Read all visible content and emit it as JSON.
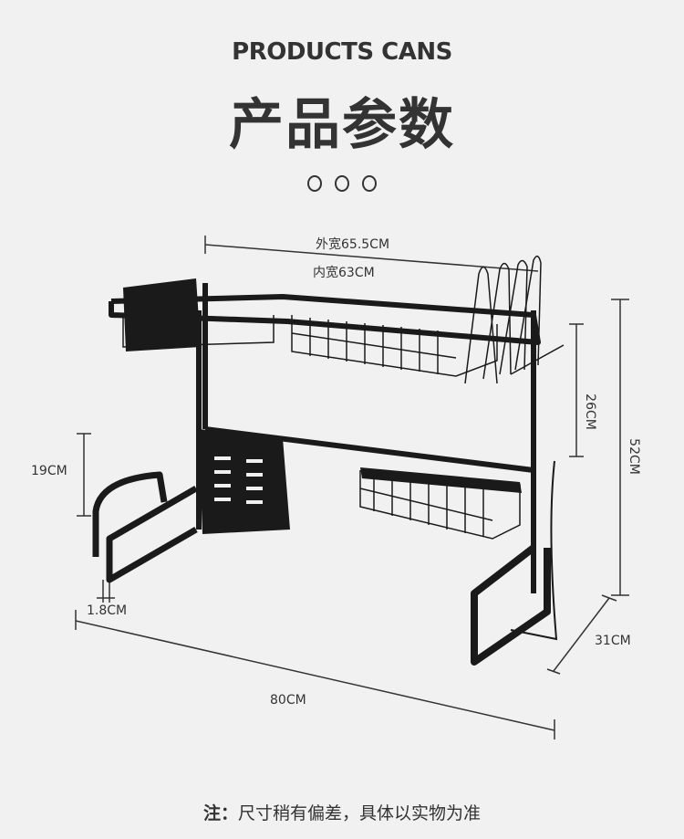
{
  "header": {
    "subtitle_en": "PRODUCTS CANS",
    "title_cn": "产品参数"
  },
  "dimensions": {
    "outer_width": "外宽65.5CM",
    "inner_width": "内宽63CM",
    "upper_height": "26CM",
    "total_height": "52CM",
    "side_rack_height": "19CM",
    "foot_height": "1.8CM",
    "total_length": "80CM",
    "depth": "31CM"
  },
  "note": {
    "label": "注：",
    "text": "尺寸稍有偏差，具体以实物为准"
  },
  "colors": {
    "background": "#f1f1f1",
    "text": "#333333",
    "rack": "#1a1a1a"
  }
}
